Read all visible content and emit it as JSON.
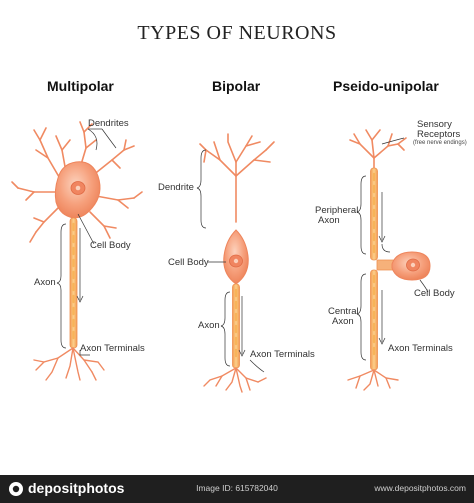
{
  "title": "TYPES OF NEURONS",
  "neurons": {
    "multipolar": {
      "heading": "Multipolar",
      "labels": {
        "dendrites": "Dendrites",
        "cell_body": "Cell Body",
        "axon": "Axon",
        "axon_terminals": "Axon Terminals"
      }
    },
    "bipolar": {
      "heading": "Bipolar",
      "labels": {
        "dendrite": "Dendrite",
        "cell_body": "Cell Body",
        "axon": "Axon",
        "axon_terminals": "Axon Terminals"
      }
    },
    "pseudo_unipolar": {
      "heading": "Pseido-unipolar",
      "labels": {
        "sensory_line1": "Sensory",
        "sensory_line2": "Receptors",
        "sensory_note": "(free nerve endings)",
        "peripheral_line1": "Peripheral",
        "peripheral_line2": "Axon",
        "cell_body": "Cell Body",
        "central_line1": "Central",
        "central_line2": "Axon",
        "axon_terminals": "Axon Terminals"
      }
    }
  },
  "colors": {
    "neuron_fill": "#f6a07c",
    "neuron_stroke": "#e8774e",
    "axon_beads": "#f5b35e",
    "label_text": "#333333"
  },
  "footer": {
    "logo": "depositphotos",
    "image_id": "Image ID: 615782040",
    "url": "www.depositphotos.com"
  }
}
